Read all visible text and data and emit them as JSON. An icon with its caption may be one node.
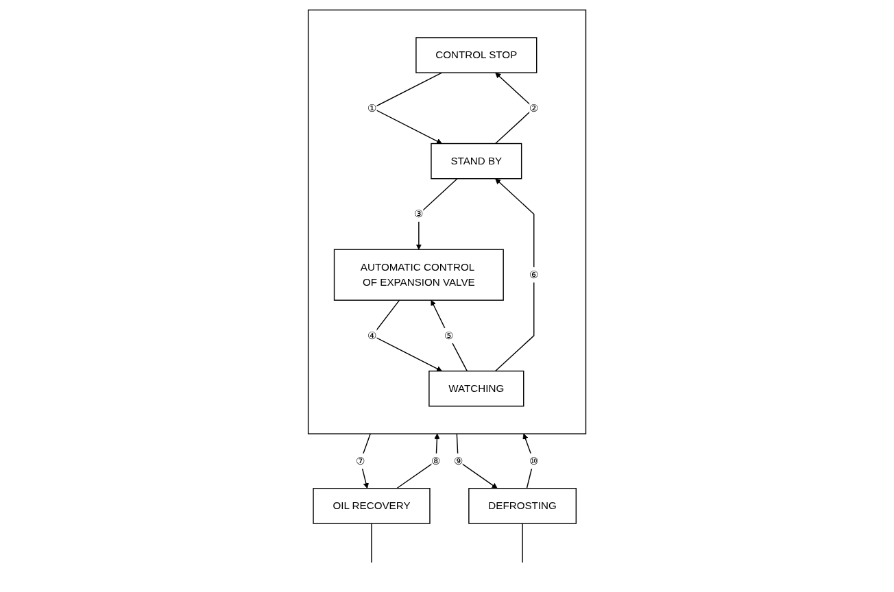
{
  "diagram": {
    "nodes": [
      {
        "text": [],
        "shape": "box"
      },
      {
        "text": [
          "CONTROL STOP"
        ],
        "in": 0
      },
      {
        "text": [
          "STAND BY"
        ],
        "in": 0
      },
      {
        "text": [
          "WATCHING"
        ],
        "in": 0
      },
      {
        "text": [
          "AUTOMATIC CONTROL OF EXPANSION VALVE"
        ],
        "in": 0
      },
      {
        "text": [
          "OIL RECOVERY"
        ]
      },
      {
        "text": [
          "DEFROSTING"
        ]
      }
    ],
    "edges": [
      {
        "from": 1,
        "to": 2,
        "arrow": "to",
        "label": "①"
      },
      {
        "from": 2,
        "to": 1,
        "arrow": "to",
        "label": "②"
      },
      {
        "from": 2,
        "to": 4,
        "arrow": "to",
        "label": "③"
      },
      {
        "from": 3,
        "to": 2,
        "arrow": "to",
        "label": "⑥"
      },
      {
        "from": 3,
        "to": 4,
        "arrow": "to",
        "label": "⑤"
      },
      {
        "from": 4,
        "to": 3,
        "arrow": "to",
        "label": "④"
      },
      {
        "from": 0,
        "to": 5,
        "arrow": "to",
        "label": "⑦"
      },
      {
        "from": 5,
        "to": 0,
        "arrow": "to",
        "label": "⑧"
      },
      {
        "from": 0,
        "to": 6,
        "arrow": "to",
        "label": "⑨"
      },
      {
        "from": 6,
        "to": 0,
        "arrow": "to",
        "label": "⑩"
      },
      {
        "from": 5,
        "to": null,
        "arrow": "none"
      },
      {
        "from": 6,
        "to": null,
        "arrow": "none"
      }
    ]
  }
}
